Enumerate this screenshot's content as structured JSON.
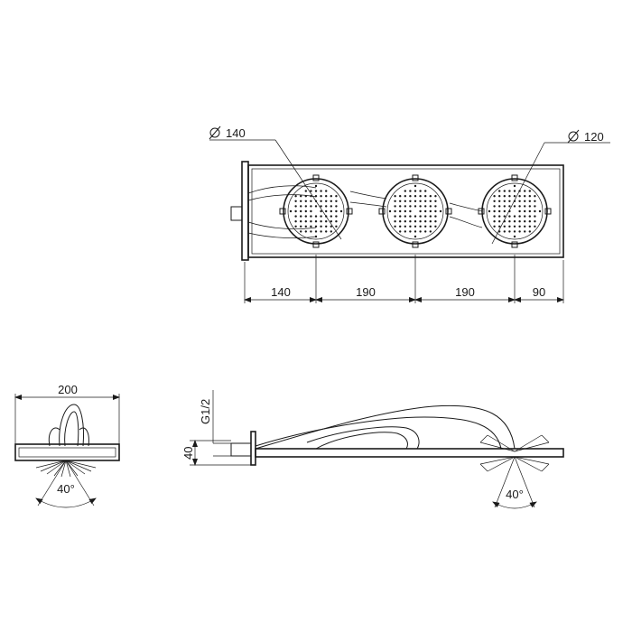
{
  "top_view": {
    "diameter_left": "140",
    "diameter_right": "120",
    "dims": [
      "140",
      "190",
      "190",
      "90"
    ]
  },
  "front_view": {
    "width": "200",
    "angle": "40°"
  },
  "side_view": {
    "thread": "G1/2",
    "height": "40",
    "angle": "40°"
  }
}
